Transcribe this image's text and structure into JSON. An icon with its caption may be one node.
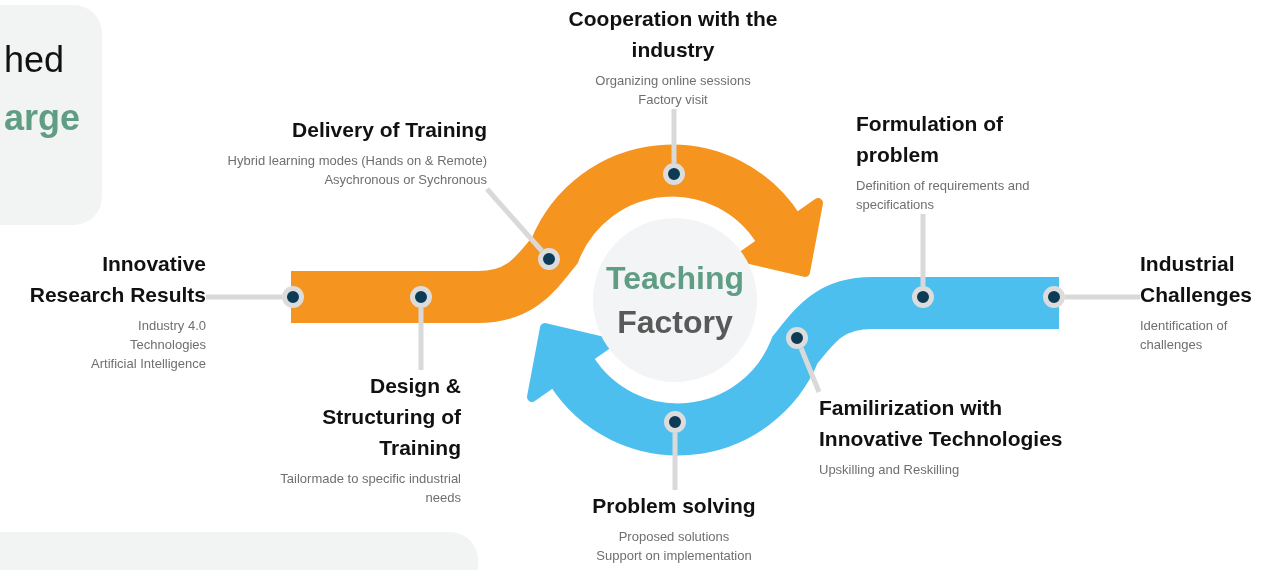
{
  "diagram": {
    "nodes": [
      {
        "text": [
          "hed",
          "arge"
        ]
      },
      {
        "text": [
          "Cooperation with the industry",
          "Organizing online sessions",
          "Factory visit"
        ]
      },
      {
        "text": [
          "Delivery of Training",
          "Hybrid learning modes (Hands on & Remote)",
          "Asychronous or Sychronous"
        ]
      },
      {
        "text": [
          "Formulation of problem",
          "Definition of requirements and specifications"
        ]
      },
      {
        "text": [
          "Innovative Research Results",
          "Industry 4.0",
          "Technologies",
          "Artificial Intelligence"
        ]
      },
      {
        "text": [
          "Teaching",
          "Factory"
        ]
      },
      {
        "text": [
          "Industrial Challenges",
          "Identification of challenges"
        ]
      },
      {
        "text": [
          "Design & Structuring of Training",
          "Tailormade to specific industrial needs"
        ]
      },
      {
        "text": [
          "Familirization with Innovative Technologies",
          "Upskilling and Reskilling"
        ]
      },
      {
        "text": [
          "Problem solving",
          "Proposed solutions",
          "Support on implementation"
        ]
      },
      {
        "text": [],
        "shape": "circle"
      },
      {
        "text": [],
        "shape": "circle"
      },
      {
        "text": [],
        "shape": "circle"
      },
      {
        "text": [],
        "shape": "circle"
      },
      {
        "text": [],
        "shape": "circle"
      },
      {
        "text": [],
        "shape": "circle"
      },
      {
        "text": [],
        "shape": "circle"
      },
      {
        "text": [],
        "shape": "circle"
      }
    ],
    "edges": [
      {
        "from": 4,
        "to": 10,
        "arrow": "none"
      },
      {
        "from": 7,
        "to": 11,
        "arrow": "none"
      },
      {
        "from": 2,
        "to": 12,
        "arrow": "none"
      },
      {
        "from": 1,
        "to": 13,
        "arrow": "none"
      },
      {
        "from": 9,
        "to": 14,
        "arrow": "none"
      },
      {
        "from": 8,
        "to": 15,
        "arrow": "none"
      },
      {
        "from": 3,
        "to": 16,
        "arrow": "none"
      },
      {
        "from": 6,
        "to": 17,
        "arrow": "none"
      }
    ]
  }
}
